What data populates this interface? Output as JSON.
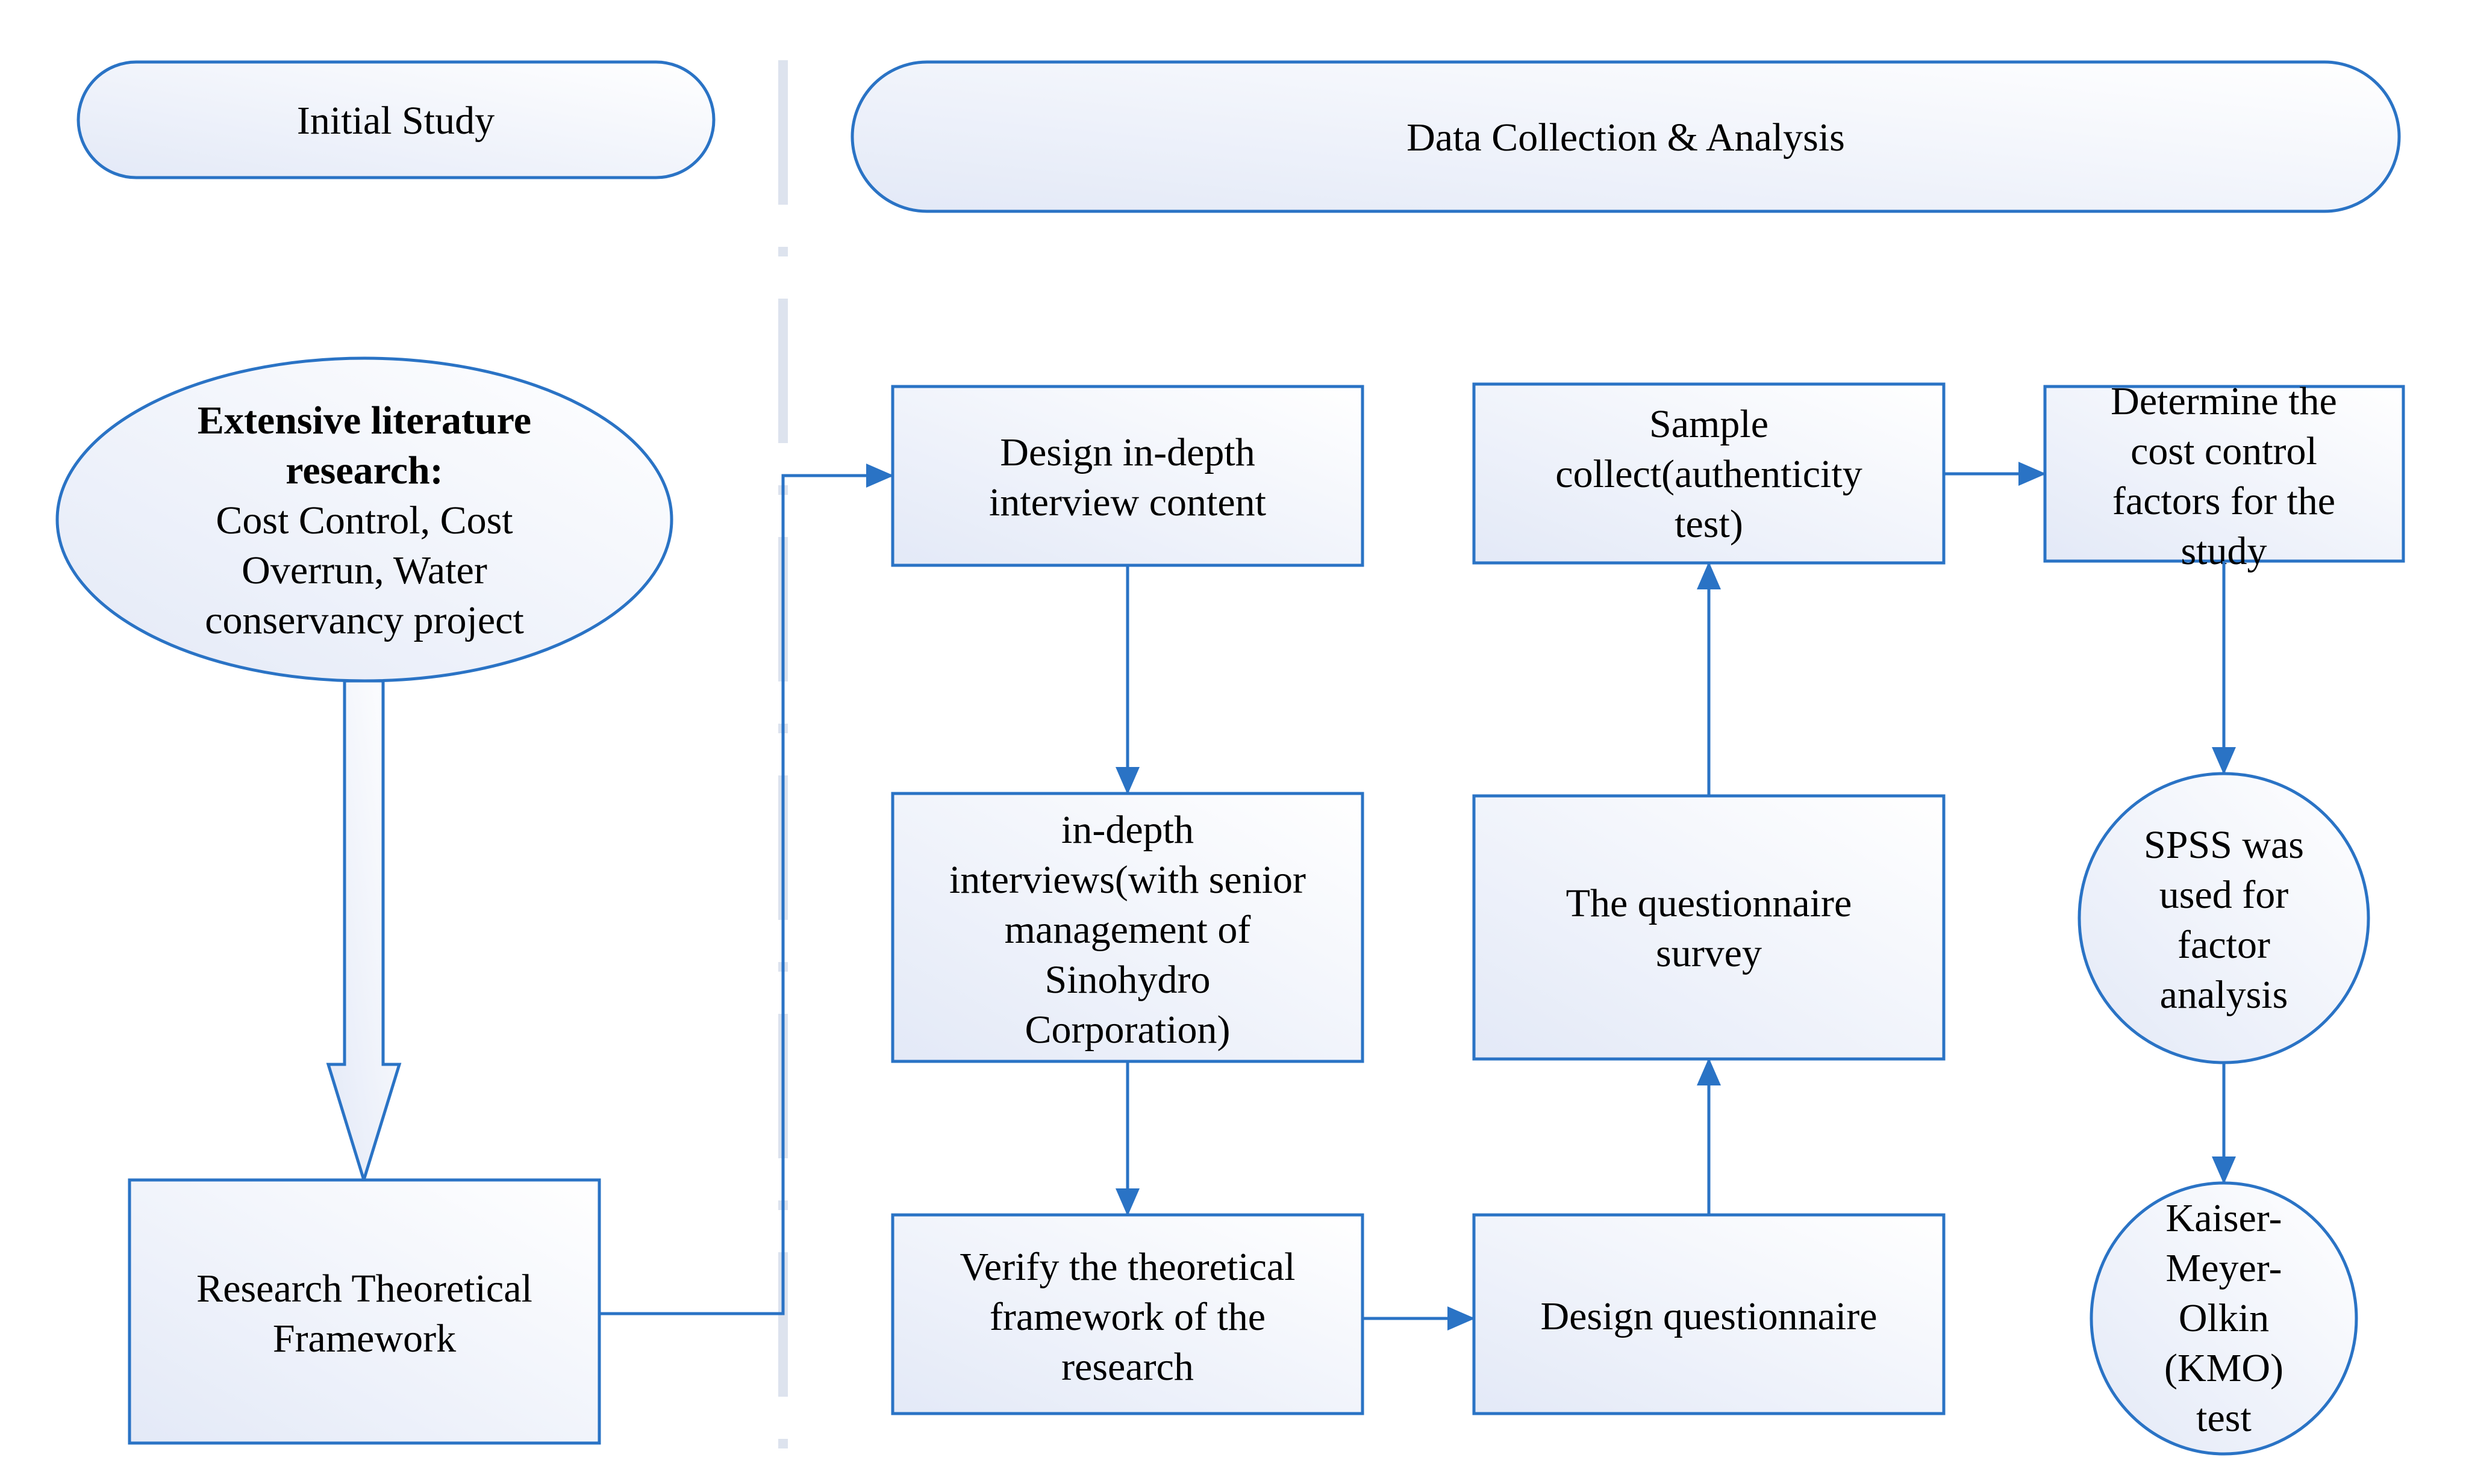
{
  "colors": {
    "stroke": "#2a73c5",
    "fill_light": "#ffffff",
    "fill_tint": "#e3e9f7",
    "divider": "#dde3ee",
    "text": "#000000"
  },
  "headers": {
    "initial_study": "Initial Study",
    "data_collection": "Data Collection & Analysis"
  },
  "nodes": {
    "literature": {
      "lines": [
        "Extensive literature",
        "research:",
        "Cost Control, Cost",
        "Overrun, Water",
        "conservancy project"
      ],
      "bold_lines": 2
    },
    "framework": {
      "lines": [
        "Research Theoretical",
        "Framework"
      ]
    },
    "design_interview": {
      "lines": [
        "Design in-depth",
        "interview content"
      ]
    },
    "interviews": {
      "lines": [
        "in-depth",
        "interviews(with senior",
        "management of",
        "Sinohydro",
        "Corporation)"
      ]
    },
    "verify": {
      "lines": [
        "Verify the theoretical",
        "framework of the",
        "research"
      ]
    },
    "design_questionnaire": {
      "lines": [
        "Design questionnaire"
      ]
    },
    "questionnaire_survey": {
      "lines": [
        "The questionnaire",
        "survey"
      ]
    },
    "sample": {
      "lines": [
        "Sample",
        "collect(authenticity",
        "test)"
      ]
    },
    "determine": {
      "lines": [
        "Determine the",
        "cost control",
        "factors for the",
        "study"
      ]
    },
    "spss": {
      "lines": [
        "SPSS was",
        "used for",
        "factor",
        "analysis"
      ]
    },
    "kmo": {
      "lines": [
        "Kaiser-",
        "Meyer-",
        "Olkin",
        "(KMO)",
        "test"
      ]
    }
  }
}
